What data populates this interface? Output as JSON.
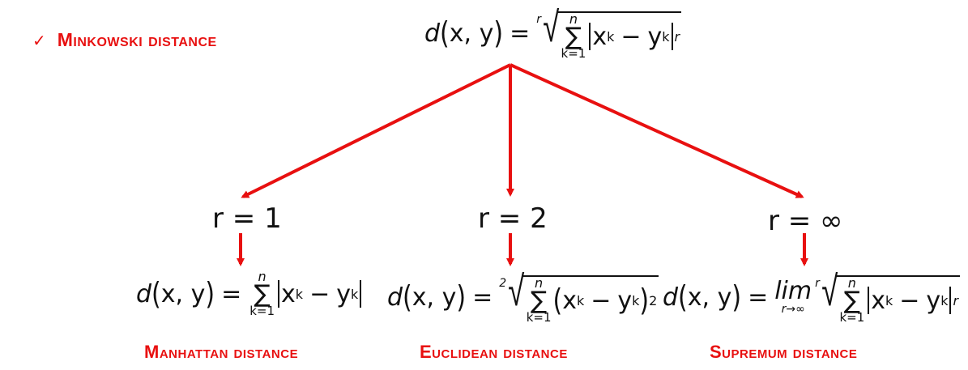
{
  "header": {
    "check_icon": "✓",
    "title": "Minkowski distance"
  },
  "formula_main": {
    "func": "d",
    "args": "x, y",
    "root_index": "r",
    "sum_top": "n",
    "sum_bottom": "k=1",
    "x": "x",
    "y": "y",
    "sub": "k",
    "power": "r"
  },
  "branches": [
    {
      "r_label": "r = 1",
      "formula": {
        "func": "d",
        "args": "x, y",
        "sum_top": "n",
        "sum_bottom": "k=1",
        "x": "x",
        "y": "y",
        "sub": "k"
      },
      "caption": "Manhattan distance"
    },
    {
      "r_label": "r = 2",
      "formula": {
        "func": "d",
        "args": "x, y",
        "root_index": "2",
        "sum_top": "n",
        "sum_bottom": "k=1",
        "x": "x",
        "y": "y",
        "sub": "k",
        "power": "2"
      },
      "caption": "Euclidean distance"
    },
    {
      "r_label": "r = ∞",
      "formula": {
        "func": "d",
        "args": "x, y",
        "lim": "lim",
        "lim_under": "r→∞",
        "root_index": "r",
        "sum_top": "n",
        "sum_bottom": "k=1",
        "x": "x",
        "y": "y",
        "sub": "k",
        "power": "r"
      },
      "caption": "Supremum distance"
    }
  ],
  "colors": {
    "accent": "#e81010",
    "text": "#111111"
  }
}
